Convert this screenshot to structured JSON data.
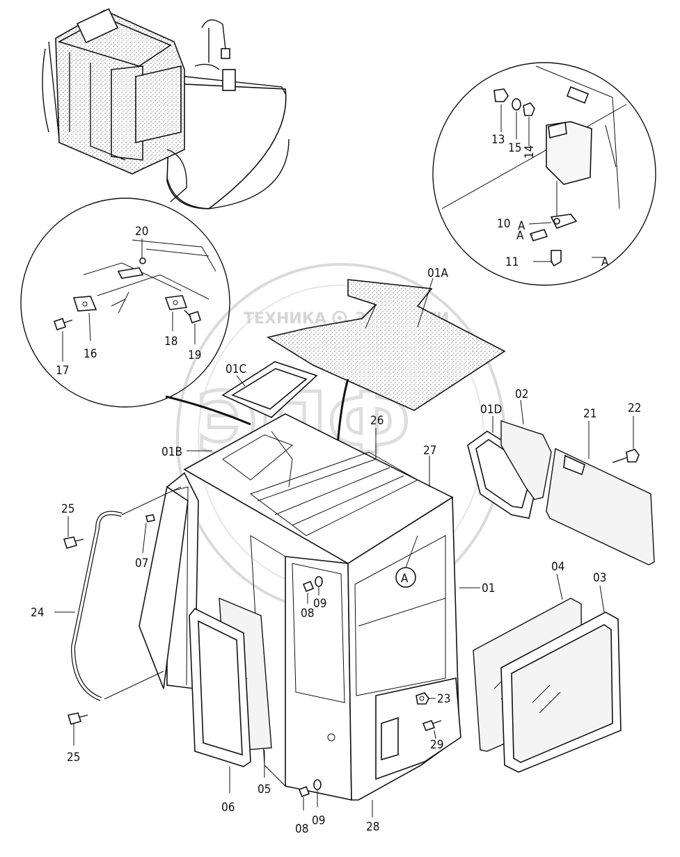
{
  "watermark": {
    "left": "ТЕХНИКА",
    "right": "ЗАПЧАСТИ",
    "logo": "ЭПФ",
    "colors": {
      "watermark": "#cfcfcf"
    }
  },
  "callouts": {
    "c01A": "01A",
    "c01B": "01B",
    "c01C": "01C",
    "c01D": "01D",
    "c01": "01",
    "c02": "02",
    "c03": "03",
    "c04": "04",
    "c05": "05",
    "c06": "06",
    "c07": "07",
    "c08a": "08",
    "c08b": "08",
    "c09a": "09",
    "c09b": "09",
    "c10": "10",
    "c11": "11",
    "c13": "13",
    "c14": "14",
    "c15": "15",
    "c16": "16",
    "c17": "17",
    "c18": "18",
    "c19": "19",
    "c20": "20",
    "c21": "21",
    "c22": "22",
    "c23": "23",
    "c24": "24",
    "c25a": "25",
    "c25b": "25",
    "c26": "26",
    "c27": "27",
    "c28": "28",
    "c29": "29",
    "cA1": "A",
    "cA2": "A",
    "cA3": "A",
    "cA4": "A"
  },
  "icons": [
    "cab-overview-icon",
    "bolt-icon",
    "washer-icon",
    "nut-icon",
    "bracket-icon",
    "handrail-icon",
    "glass-panel-icon",
    "seal-frame-icon",
    "gear-icon"
  ]
}
